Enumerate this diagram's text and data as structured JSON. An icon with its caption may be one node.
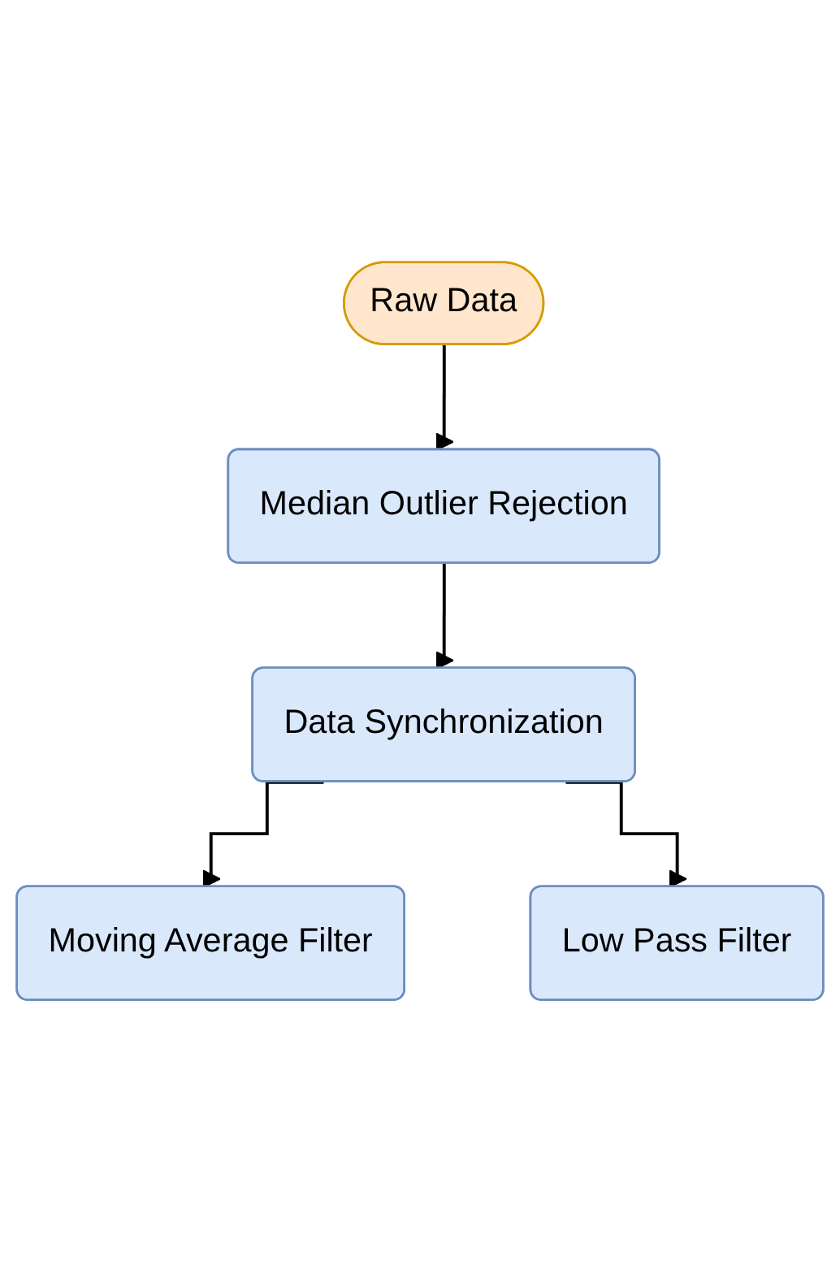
{
  "diagram": {
    "nodes": [
      {
        "text": [
          "Raw Data"
        ]
      },
      {
        "text": [
          "Median Outlier Rejection"
        ]
      },
      {
        "text": [
          "Data Synchronization"
        ]
      },
      {
        "text": [
          "Moving Average Filter"
        ]
      },
      {
        "text": [
          "Low Pass Filter"
        ]
      }
    ],
    "edges": [
      {
        "from": 0,
        "to": 1,
        "arrow": "to"
      },
      {
        "from": 1,
        "to": 2,
        "arrow": "to"
      },
      {
        "from": 2,
        "to": 3,
        "arrow": "to"
      },
      {
        "from": 2,
        "to": 4,
        "arrow": "to"
      }
    ]
  }
}
